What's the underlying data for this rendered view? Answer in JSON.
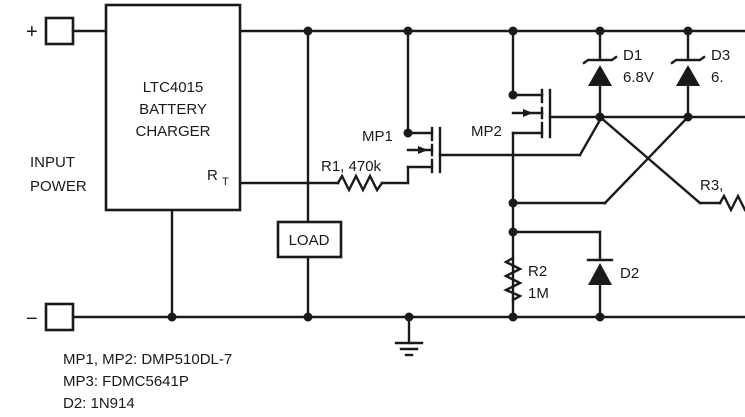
{
  "terminals": {
    "plus": "+",
    "minus": "−"
  },
  "input_power": {
    "line1": "INPUT",
    "line2": "POWER"
  },
  "charger": {
    "line1": "LTC4015",
    "line2": "BATTERY",
    "line3": "CHARGER",
    "rt_main": "R",
    "rt_sub": "T"
  },
  "load": {
    "label": "LOAD"
  },
  "mp1": {
    "label": "MP1"
  },
  "mp2": {
    "label": "MP2"
  },
  "r1": {
    "label": "R1, 470k"
  },
  "r2": {
    "name": "R2",
    "value": "1M"
  },
  "r3": {
    "label": "R3,"
  },
  "d1": {
    "name": "D1",
    "value": "6.8V"
  },
  "d2": {
    "name": "D2"
  },
  "d3": {
    "name": "D3",
    "value": "6."
  },
  "notes": {
    "line1": "MP1, MP2: DMP510DL-7",
    "line2": "MP3: FDMC5641P",
    "line3": "D2: 1N914"
  }
}
